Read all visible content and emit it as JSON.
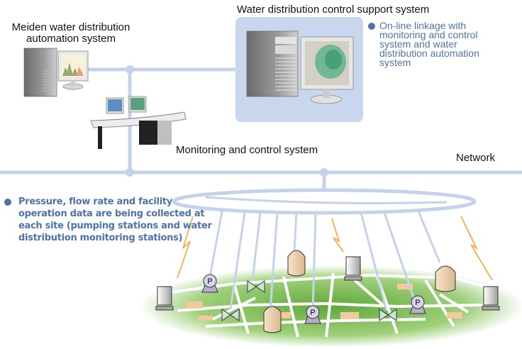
{
  "labels": {
    "meiden_system": [
      "Meiden water distribution",
      "automation system"
    ],
    "support_system": "Water distribution control support system",
    "monitoring_system": "Monitoring and control system",
    "network": "Network"
  },
  "notes": {
    "support_note": [
      "On-line linkage with",
      "monitoring and control",
      "system and water",
      "distribution automation",
      "system"
    ],
    "site_note": [
      "Pressure, flow rate and facility",
      "operation data are being collected at",
      "each site (pumping stations and water",
      "distribution monitoring stations)"
    ]
  },
  "site_facilities": {
    "pump_station_label": "P"
  },
  "colors": {
    "network_line": "#c5d3ea",
    "support_panel": "#c9d7ee",
    "note_text": "#4f73a8",
    "wireless": "#f2b45a",
    "ground": "#7fbf5a"
  }
}
